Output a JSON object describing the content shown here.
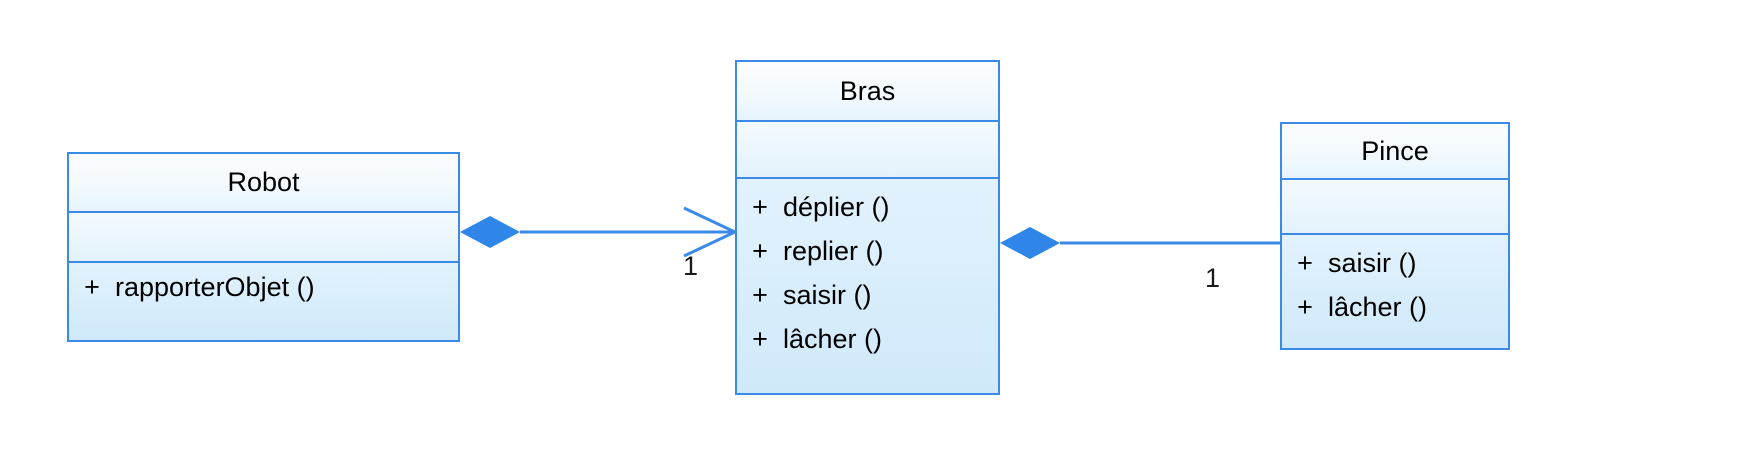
{
  "diagram": {
    "type": "uml-class-diagram",
    "colors": {
      "border": "#3b8ae8",
      "fill_light": "#eaf5fd",
      "fill_dark": "#cfe9fa",
      "diamond": "#2f86e8",
      "line": "#3b8ae8",
      "text": "#000000",
      "background": "#ffffff"
    },
    "classes": [
      {
        "id": "robot",
        "name": "Robot",
        "attributes": [],
        "operations": [
          {
            "visibility": "+",
            "signature": "rapporterObjet ()"
          }
        ]
      },
      {
        "id": "bras",
        "name": "Bras",
        "attributes": [],
        "operations": [
          {
            "visibility": "+",
            "signature": "déplier ()"
          },
          {
            "visibility": "+",
            "signature": "replier ()"
          },
          {
            "visibility": "+",
            "signature": "saisir ()"
          },
          {
            "visibility": "+",
            "signature": "lâcher ()"
          }
        ]
      },
      {
        "id": "pince",
        "name": "Pince",
        "attributes": [],
        "operations": [
          {
            "visibility": "+",
            "signature": "saisir ()"
          },
          {
            "visibility": "+",
            "signature": "lâcher ()"
          }
        ]
      }
    ],
    "relations": [
      {
        "id": "robot-bras",
        "kind": "composition",
        "from": "robot",
        "to": "bras",
        "target_multiplicity": "1"
      },
      {
        "id": "bras-pince",
        "kind": "composition",
        "from": "bras",
        "to": "pince",
        "target_multiplicity": "1"
      }
    ]
  }
}
